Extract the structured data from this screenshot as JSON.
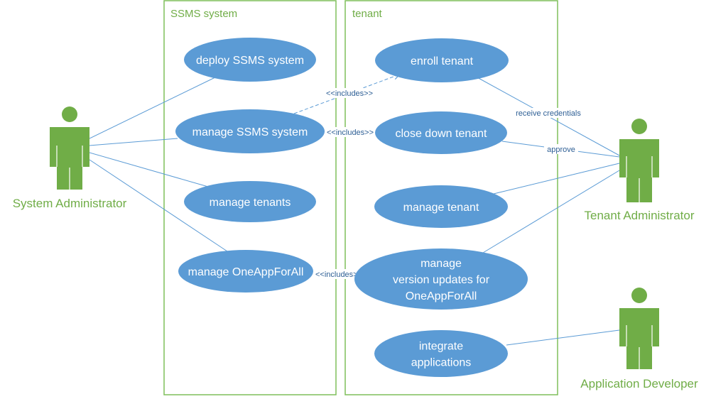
{
  "colors": {
    "boundary": "#7fbf5a",
    "use_case_fill": "#5b9bd5",
    "use_case_text": "#ffffff",
    "actor": "#70ad47",
    "connector": "#5b9bd5",
    "connector_label": "#2e5f95"
  },
  "boundaries": {
    "ssms": {
      "title": "SSMS system"
    },
    "tenant": {
      "title": "tenant"
    }
  },
  "actors": {
    "system_admin": {
      "name": "System Administrator",
      "icon": "person-icon"
    },
    "tenant_admin": {
      "name": "Tenant Administrator",
      "icon": "person-icon"
    },
    "app_developer": {
      "name": "Application Developer",
      "icon": "person-icon"
    }
  },
  "use_cases": {
    "deploy_ssms": {
      "lines": [
        "deploy SSMS system"
      ]
    },
    "manage_ssms": {
      "lines": [
        "manage SSMS system"
      ]
    },
    "manage_tenants": {
      "lines": [
        "manage tenants"
      ]
    },
    "manage_oneapp": {
      "lines": [
        "manage OneAppForAll"
      ]
    },
    "enroll_tenant": {
      "lines": [
        "enroll tenant"
      ]
    },
    "close_down_tenant": {
      "lines": [
        "close down tenant"
      ]
    },
    "manage_tenant": {
      "lines": [
        "manage tenant"
      ]
    },
    "manage_version_updates": {
      "lines": [
        "manage",
        "version updates for",
        "OneAppForAll"
      ]
    },
    "integrate_applications": {
      "lines": [
        "integrate",
        "applications"
      ]
    }
  },
  "relations": {
    "includes_enroll": {
      "label": "<<includes>>"
    },
    "includes_close": {
      "label": "<<includes>>"
    },
    "includes_version": {
      "label": "<<includes>>"
    },
    "receive_credentials": {
      "label": "receive credentials"
    },
    "approve": {
      "label": "approve"
    }
  }
}
